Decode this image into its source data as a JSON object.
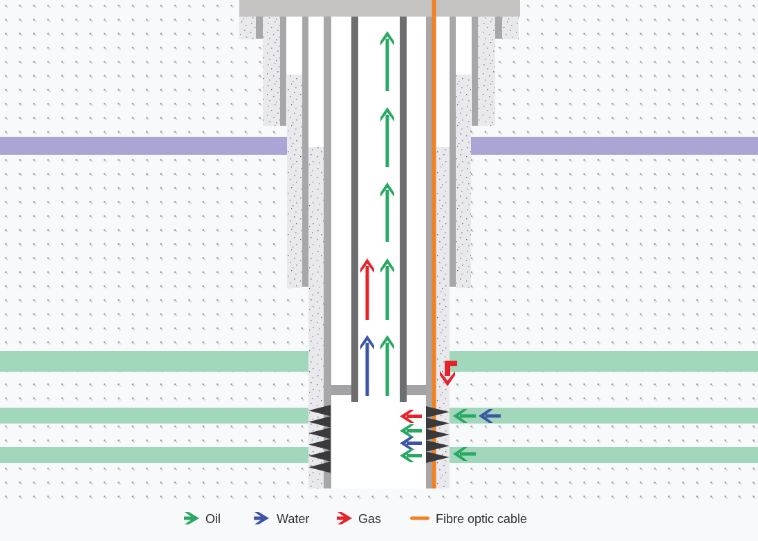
{
  "legend": {
    "oil_label": "Oil",
    "water_label": "Water",
    "gas_label": "Gas",
    "fibre_label": "Fibre optic cable"
  },
  "colors": {
    "oil": "#29a863",
    "water": "#3e55a6",
    "gas": "#e6232a",
    "fibre": "#f28122",
    "purple_layer": "#a9a6d6",
    "green_layer": "#a1d7bb"
  }
}
